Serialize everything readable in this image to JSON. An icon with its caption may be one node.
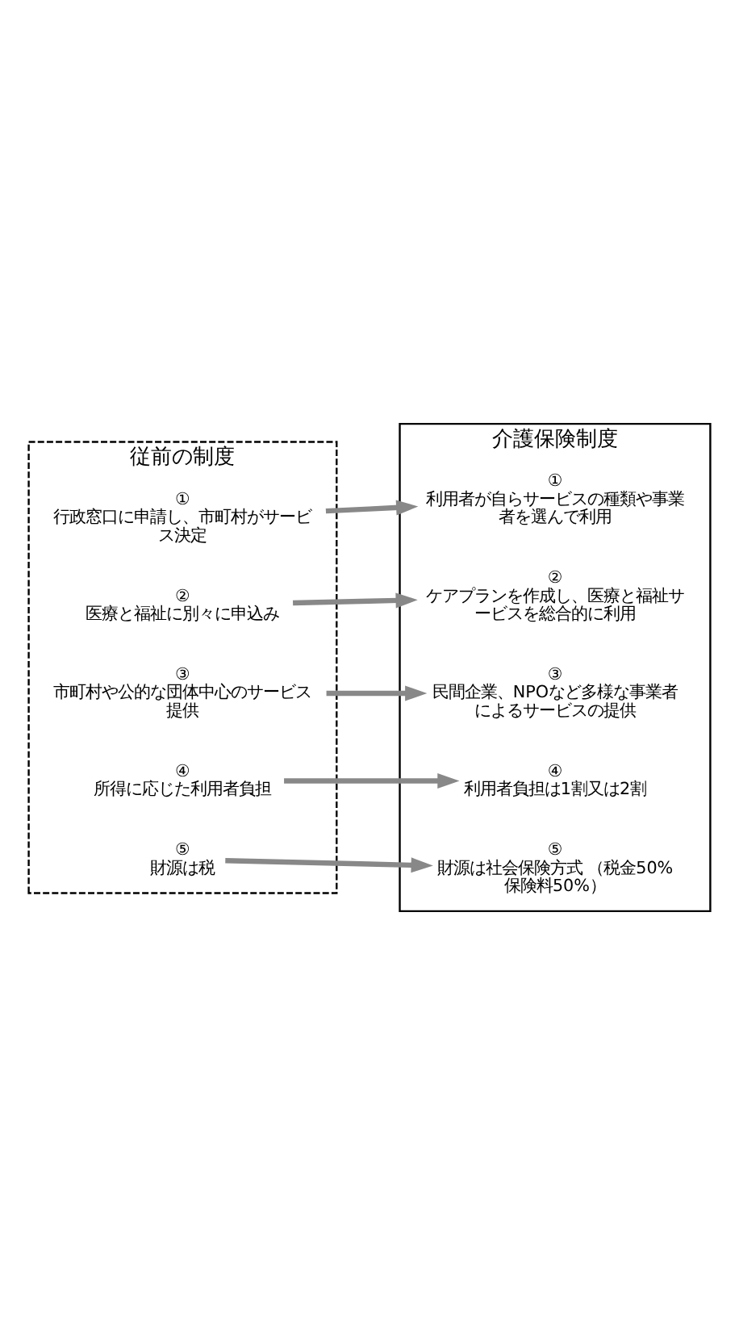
{
  "diagram": {
    "nodes": [
      {
        "text": [
          "従前の制度"
        ]
      },
      {
        "text": [
          "①",
          "行政窓口に申請し、市町村がサービス決定"
        ],
        "in": 0
      },
      {
        "text": [
          "②",
          "医療と福祉に別々に申込み"
        ],
        "in": 0
      },
      {
        "text": [
          "③",
          "市町村や公的な団体中心のサービス提供"
        ],
        "in": 0
      },
      {
        "text": [
          "④",
          "所得に応じた利用者負担"
        ],
        "in": 0
      },
      {
        "text": [
          "⑤",
          "財源は税"
        ],
        "in": 0
      },
      {
        "text": [
          "介護保険制度"
        ]
      },
      {
        "text": [
          "①",
          "利用者が自らサービスの種類や事業者を選んで利用"
        ],
        "in": 6
      },
      {
        "text": [
          "②",
          "ケアプランを作成し、医療と福祉サービスを総合的に利用"
        ],
        "in": 6
      },
      {
        "text": [
          "③",
          "民間企業、NPOなど多様な事業者によるサービスの提供"
        ],
        "in": 6
      },
      {
        "text": [
          "④",
          "利用者負担は1割又は2割"
        ],
        "in": 6
      },
      {
        "text": [
          "⑤",
          "財源は社会保険方式 （税金50% 保険料50%）"
        ],
        "in": 6
      }
    ],
    "edges": [
      {
        "from": 1,
        "to": 7,
        "arrow": "to"
      },
      {
        "from": 2,
        "to": 8,
        "arrow": "to"
      },
      {
        "from": 3,
        "to": 9,
        "arrow": "to"
      },
      {
        "from": 4,
        "to": 10,
        "arrow": "to"
      },
      {
        "from": 5,
        "to": 11,
        "arrow": "to"
      }
    ]
  }
}
